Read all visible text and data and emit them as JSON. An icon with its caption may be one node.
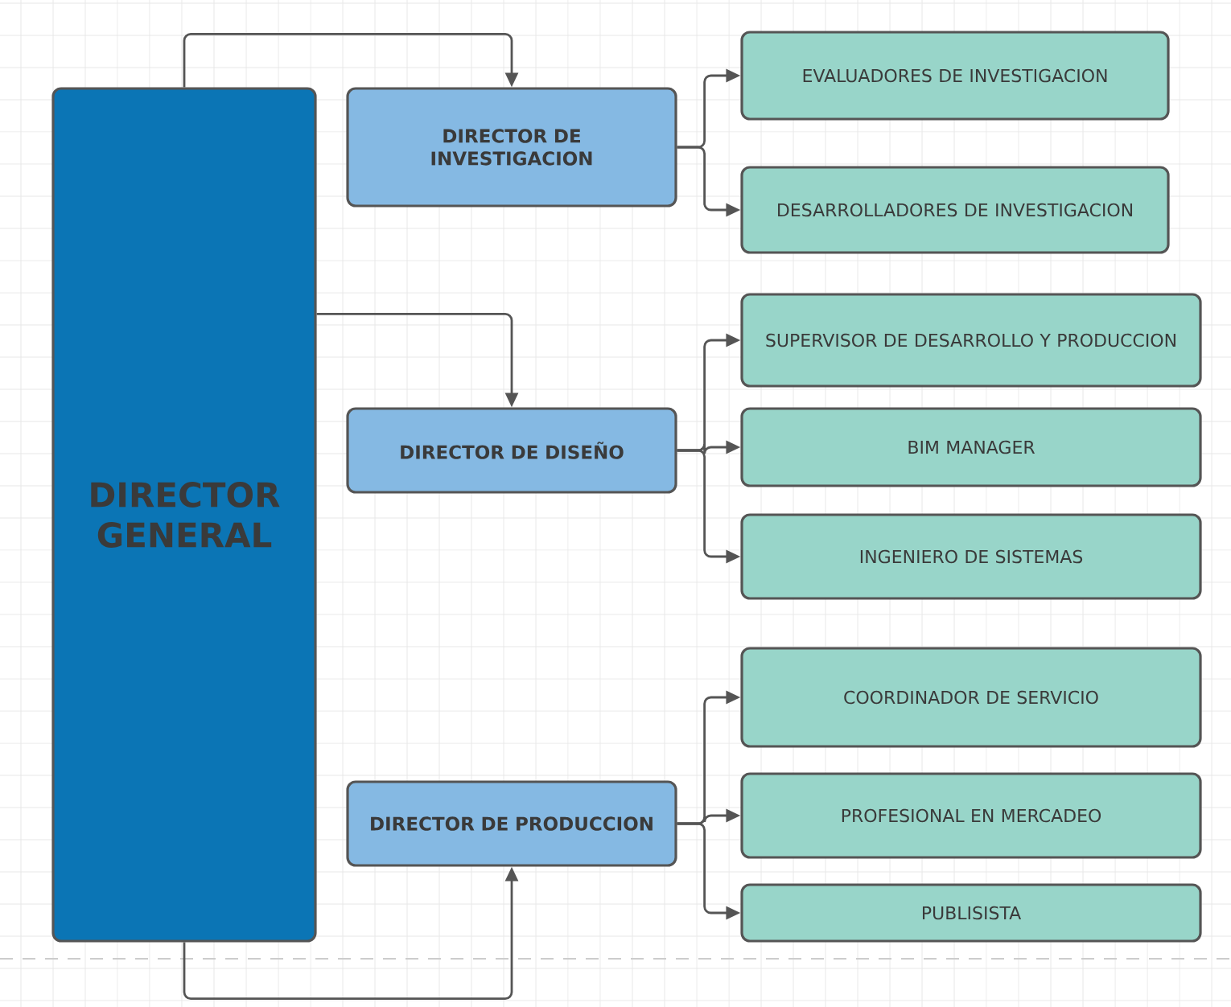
{
  "diagram": {
    "nodes": [
      {
        "text": [
          "DIRECTOR GENERAL"
        ]
      },
      {
        "text": [
          "DIRECTOR DE INVESTIGACION"
        ]
      },
      {
        "text": [
          "EVALUADORES DE INVESTIGACION"
        ]
      },
      {
        "text": [
          "DESARROLLADORES DE INVESTIGACION"
        ]
      },
      {
        "text": [
          "DIRECTOR DE DISEÑO"
        ]
      },
      {
        "text": [
          "SUPERVISOR DE DESARROLLO Y PRODUCCION"
        ]
      },
      {
        "text": [
          "BIM MANAGER"
        ]
      },
      {
        "text": [
          "INGENIERO DE SISTEMAS"
        ]
      },
      {
        "text": [
          "DIRECTOR DE PRODUCCION"
        ]
      },
      {
        "text": [
          "COORDINADOR DE SERVICIO"
        ]
      },
      {
        "text": [
          "PROFESIONAL EN MERCADEO"
        ]
      },
      {
        "text": [
          "PUBLISISTA"
        ]
      }
    ],
    "edges": [
      {
        "from": 0,
        "to": 1,
        "arrow": "to"
      },
      {
        "from": 0,
        "to": 4,
        "arrow": "to"
      },
      {
        "from": 0,
        "to": 8,
        "arrow": "to"
      },
      {
        "from": 1,
        "to": 2,
        "arrow": "to"
      },
      {
        "from": 1,
        "to": 3,
        "arrow": "to"
      },
      {
        "from": 4,
        "to": 5,
        "arrow": "to"
      },
      {
        "from": 4,
        "to": 6,
        "arrow": "to"
      },
      {
        "from": 4,
        "to": 7,
        "arrow": "to"
      },
      {
        "from": 8,
        "to": 9,
        "arrow": "to"
      },
      {
        "from": 8,
        "to": 10,
        "arrow": "to"
      },
      {
        "from": 8,
        "to": 11,
        "arrow": "to"
      }
    ]
  }
}
